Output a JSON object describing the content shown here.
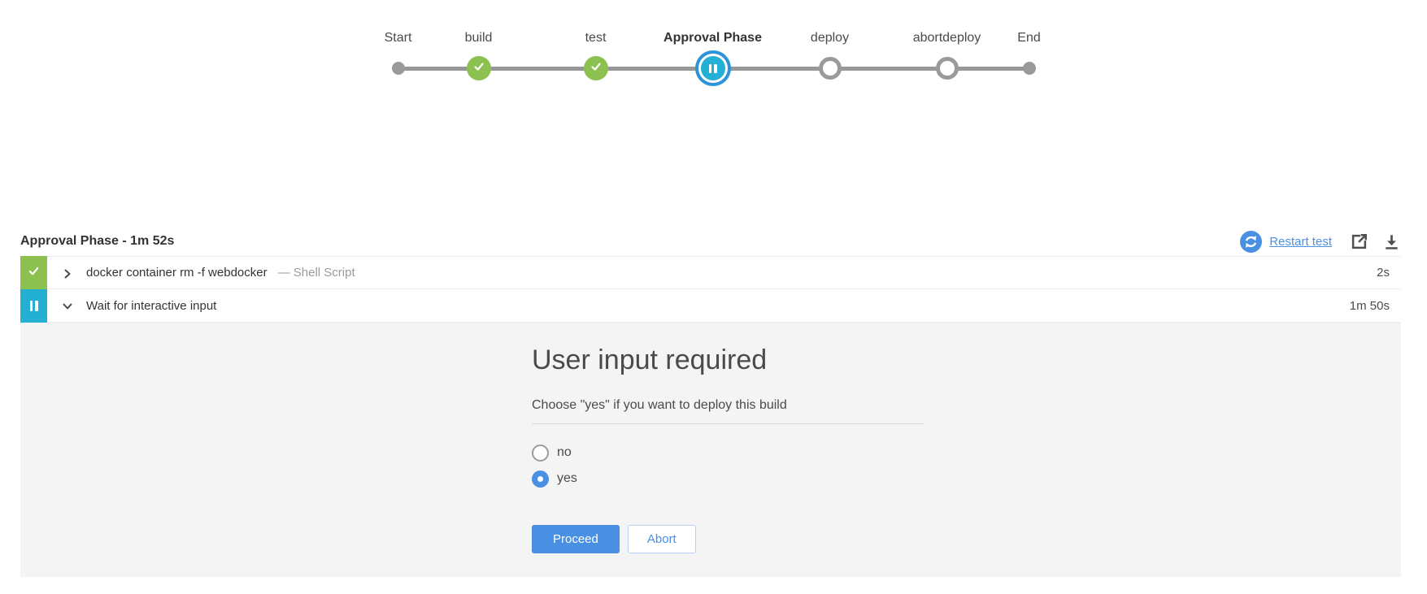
{
  "pipeline": {
    "stages": [
      {
        "label": "Start",
        "state": "start"
      },
      {
        "label": "build",
        "state": "success"
      },
      {
        "label": "test",
        "state": "success"
      },
      {
        "label": "Approval Phase",
        "state": "paused-selected"
      },
      {
        "label": "deploy",
        "state": "not-built"
      },
      {
        "label": "abortdeploy",
        "state": "not-built"
      },
      {
        "label": "End",
        "state": "end"
      }
    ]
  },
  "header": {
    "title": "Approval Phase - 1m 52s",
    "restart_label": "Restart test"
  },
  "steps": [
    {
      "status": "success",
      "title": "docker container rm -f webdocker",
      "subtitle": "— Shell Script",
      "duration": "2s"
    },
    {
      "status": "paused",
      "title": "Wait for interactive input",
      "subtitle": "",
      "duration": "1m 50s"
    }
  ],
  "input_form": {
    "title": "User input required",
    "prompt": "Choose \"yes\" if you want to deploy this build",
    "options": [
      {
        "label": "no",
        "selected": false
      },
      {
        "label": "yes",
        "selected": true
      }
    ],
    "proceed_label": "Proceed",
    "abort_label": "Abort"
  },
  "colors": {
    "accent_blue": "#4a90e2",
    "success_green": "#8cc04f",
    "paused_cyan": "#24b0d5",
    "node_ring_blue": "#2b95d8",
    "line_gray": "#979797",
    "panel_bg": "#f4f4f4",
    "text_dark": "#333333",
    "text_gray": "#9b9b9b"
  }
}
